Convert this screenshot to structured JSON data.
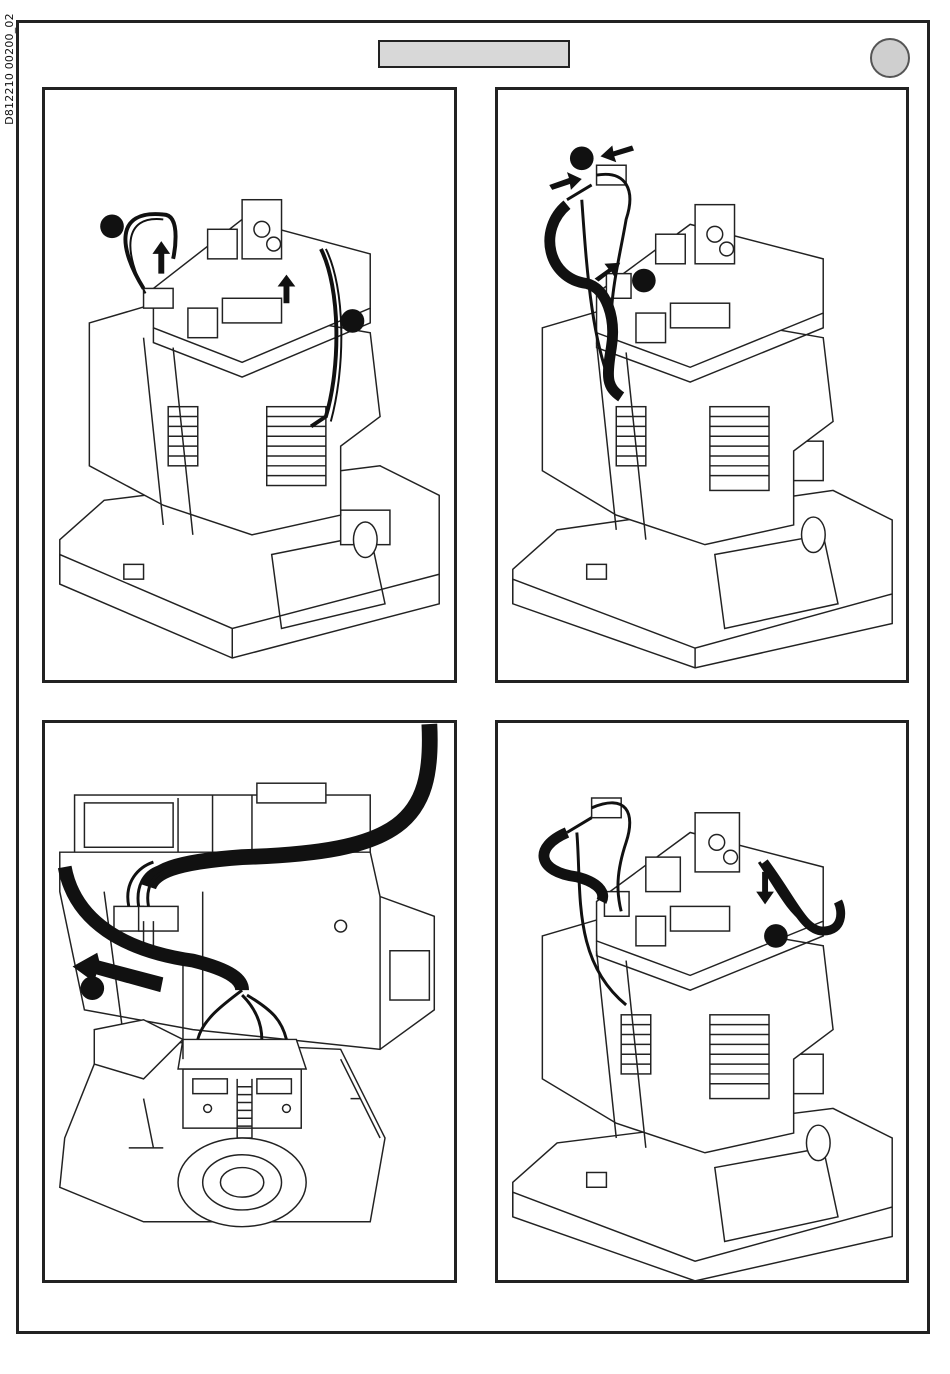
{
  "document": {
    "code": "D812210 00200_02",
    "title_box": "",
    "page_indicator": ""
  },
  "panels": [
    {
      "id": "panel-1",
      "content": "Control unit illustration: cable connectors being unplugged (arrows up)"
    },
    {
      "id": "panel-2",
      "content": "Control unit illustration: connector being disconnected (arrows in)"
    },
    {
      "id": "panel-3",
      "content": "Close-up of motor base with cable being pulled out"
    },
    {
      "id": "panel-4",
      "content": "Control unit illustration: cables reconnected"
    }
  ]
}
